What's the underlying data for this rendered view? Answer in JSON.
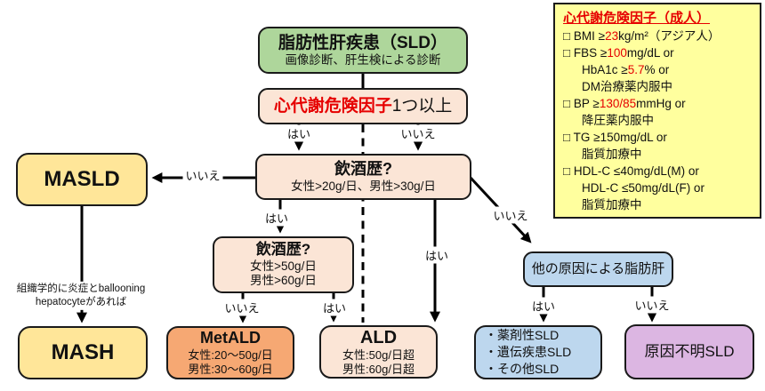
{
  "nodes": {
    "sld": {
      "title": "脂肪性肝疾患（SLD）",
      "subtitle": "画像診断、肝生検による診断"
    },
    "cardiometabolic": {
      "title_red": "心代謝危険因子",
      "title_rest": "1つ以上"
    },
    "alcohol1": {
      "title": "飲酒歴?",
      "detail": "女性>20g/日、男性>30g/日"
    },
    "alcohol2": {
      "title": "飲酒歴?",
      "line1": "女性>50g/日",
      "line2": "男性>60g/日"
    },
    "masld": {
      "title": "MASLD"
    },
    "mash": {
      "title": "MASH"
    },
    "mash_note": "組織学的に炎症とballooning\nhepatocyteがあれば",
    "metald": {
      "title": "MetALD",
      "line1": "女性:20〜50g/日",
      "line2": "男性:30〜60g/日"
    },
    "ald": {
      "title": "ALD",
      "line1": "女性:50g/日超",
      "line2": "男性:60g/日超"
    },
    "other_cause": {
      "title": "他の原因による脂肪肝"
    },
    "secondary": {
      "items": [
        "・薬剤性SLD",
        "・遺伝疾患SLD",
        "・その他SLD"
      ]
    },
    "unknown": {
      "title": "原因不明SLD"
    }
  },
  "labels": {
    "yes": "はい",
    "no": "いいえ"
  },
  "risk_panel": {
    "title": "心代謝危険因子",
    "title_suffix": "（成人）",
    "items": [
      {
        "pre": "□ BMI ≥",
        "red": "23",
        "post": "kg/m²（アジア人）"
      },
      {
        "pre": "□ FBS ≥",
        "red": "100",
        "post": "mg/dL or"
      },
      {
        "pre": "HbA1c ≥",
        "red": "5.7",
        "post": "% or"
      },
      {
        "pre": "DM治療薬内服中",
        "red": "",
        "post": ""
      },
      {
        "pre": "□ BP ≥",
        "red": "130/85",
        "post": "mmHg or"
      },
      {
        "pre": "降圧薬内服中",
        "red": "",
        "post": ""
      },
      {
        "pre": "□ TG ≥150mg/dL or",
        "red": "",
        "post": ""
      },
      {
        "pre": "脂質加療中",
        "red": "",
        "post": ""
      },
      {
        "pre": "□ HDL-C ≤40mg/dL(M) or",
        "red": "",
        "post": ""
      },
      {
        "pre": "HDL-C ≤50mg/dL(F) or",
        "red": "",
        "post": ""
      },
      {
        "pre": "脂質加療中",
        "red": "",
        "post": ""
      }
    ]
  },
  "colors": {
    "green": "#aed69b",
    "peach": "#fbe5d6",
    "yellow": "#ffe699",
    "orange": "#f6a873",
    "blue": "#bdd7ee",
    "purple": "#dcb6e2",
    "panel_yellow": "#ffff9e",
    "accent_red": "#e60000"
  }
}
